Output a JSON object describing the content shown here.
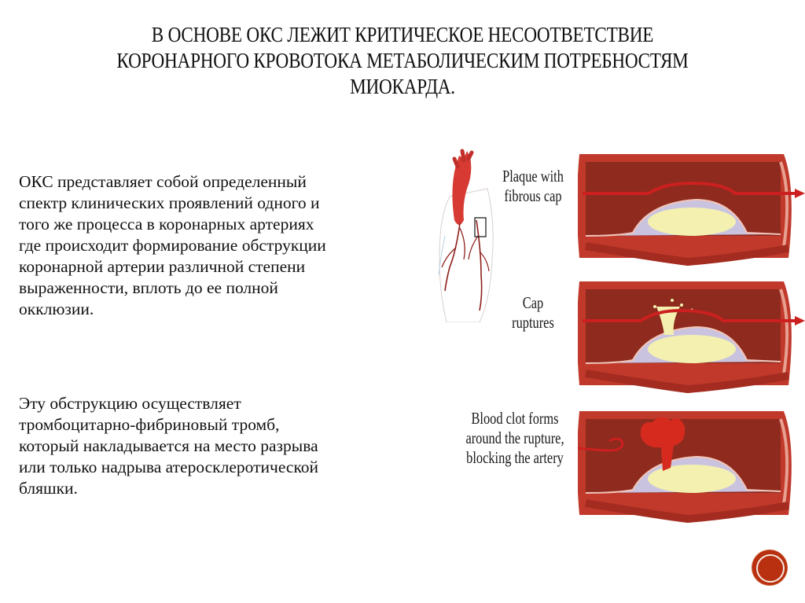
{
  "slide": {
    "title_lines": [
      "В ОСНОВЕ ОКС ЛЕЖИТ КРИТИЧЕСКОЕ НЕСООТВЕТСТВИЕ",
      "КОРОНАРНОГО КРОВОТОКА МЕТАБОЛИЧЕСКИМ ПОТРЕБНОСТЯМ",
      "МИОКАРДА."
    ],
    "paragraph1_lines": [
      "ОКС представляет собой определенный",
      "спектр клинических проявлений одного и",
      "того же процесса в коронарных артериях",
      "где происходит формирование обструкции",
      "коронарной артерии различной степени",
      "выраженности, вплоть до ее полной",
      "окклюзии."
    ],
    "paragraph2_lines": [
      "Эту обструкцию осуществляет",
      "тромбоцитарно-фибриновый тромб,",
      "который накладывается на место разрыва",
      "или только надрыва атеросклеротической",
      "бляшки."
    ]
  },
  "diagram": {
    "stages": [
      {
        "label_lines": [
          "Plaque with",
          "fibrous cap"
        ]
      },
      {
        "label_lines": [
          "Cap",
          "ruptures"
        ]
      },
      {
        "label_lines": [
          "Blood clot forms",
          "around the rupture,",
          "blocking the artery"
        ]
      }
    ],
    "colors": {
      "artery": "#c0392b",
      "artery_inner": "#8e2a1e",
      "plaque": "#f4f0b0",
      "cap": "#c9c3e0",
      "clot": "#d62a1e"
    }
  },
  "navigation": {
    "accent": "#b8300f"
  }
}
